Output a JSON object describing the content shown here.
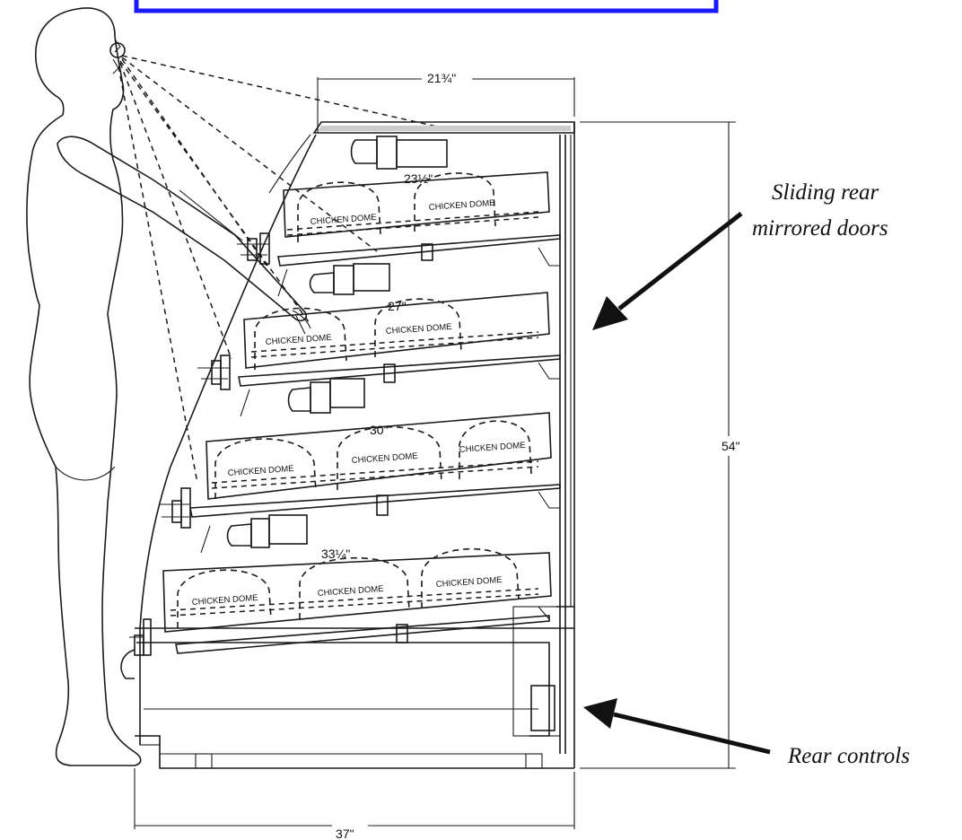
{
  "labels": {
    "dome": "CHICKEN DOME",
    "sliding_doors_line1": "Sliding rear",
    "sliding_doors_line2": "mirrored doors",
    "rear_controls": "Rear controls"
  },
  "dimensions": {
    "top_width": "21¾\"",
    "shelf1_depth": "23½\"",
    "shelf2_depth": "27\"",
    "shelf3_depth": "30\"",
    "shelf4_depth": "33¼\"",
    "height": "54\"",
    "base_width": "37\""
  },
  "colors": {
    "banner_border": "#1a1aff",
    "ink": "#1a1a1a"
  }
}
